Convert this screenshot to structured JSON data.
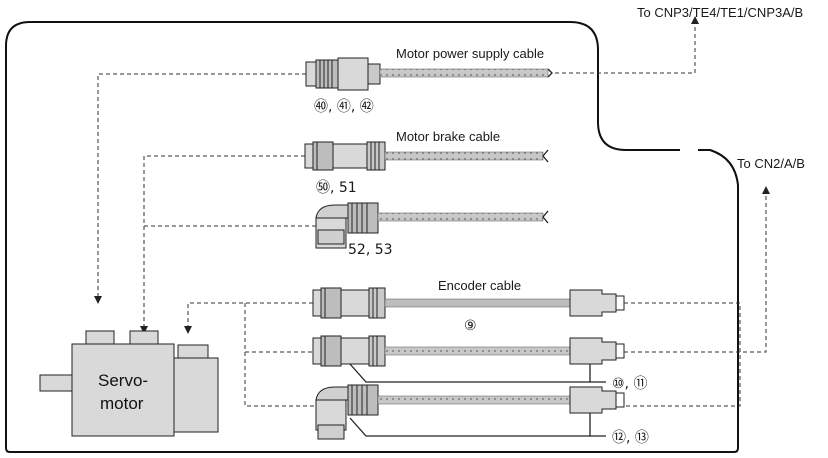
{
  "labels": {
    "to_cnp3": "To CNP3/TE4/TE1/CNP3A/B",
    "to_cn2": "To CN2/A/B",
    "motor_power_cable": "Motor power supply cable",
    "motor_brake_cable": "Motor brake cable",
    "encoder_cable": "Encoder cable",
    "servo_line1": "Servo-",
    "servo_line2": "motor"
  },
  "part_numbers": {
    "power": "㊵, ㊶, ㊷",
    "brake_straight": "㊿, 51",
    "brake_angle": "52, 53",
    "encoder_main": "⑨",
    "encoder_straight": "⑩, ⑪",
    "encoder_angle": "⑫, ⑬"
  },
  "colors": {
    "component_fill": "#d9d9d9",
    "cable_fill": "#bfbfbf",
    "stroke": "#222222"
  },
  "icons": [
    "circular-connector-icon",
    "angle-connector-icon",
    "d-sub-plug-icon",
    "arrow-icon"
  ]
}
